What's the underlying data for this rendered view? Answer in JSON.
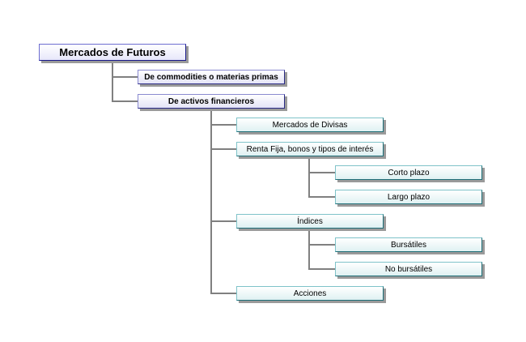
{
  "root": {
    "label": "Mercados de Futuros"
  },
  "level1": [
    {
      "label": "De commodities o materias primas"
    },
    {
      "label": "De activos financieros"
    }
  ],
  "financieros": [
    {
      "label": "Mercados de Divisas"
    },
    {
      "label": "Renta Fija, bonos y tipos de interés"
    },
    {
      "label": "Índices"
    },
    {
      "label": "Acciones"
    }
  ],
  "renta_fija": [
    {
      "label": "Corto plazo"
    },
    {
      "label": "Largo plazo"
    }
  ],
  "indices": [
    {
      "label": "Bursátiles"
    },
    {
      "label": "No bursátiles"
    }
  ],
  "colors": {
    "root_border": "#1a1a8c",
    "level1_border": "#2b2b86",
    "teal_border": "#1f6f78",
    "connector": "#808080",
    "shadow": "#9a9a9a"
  }
}
